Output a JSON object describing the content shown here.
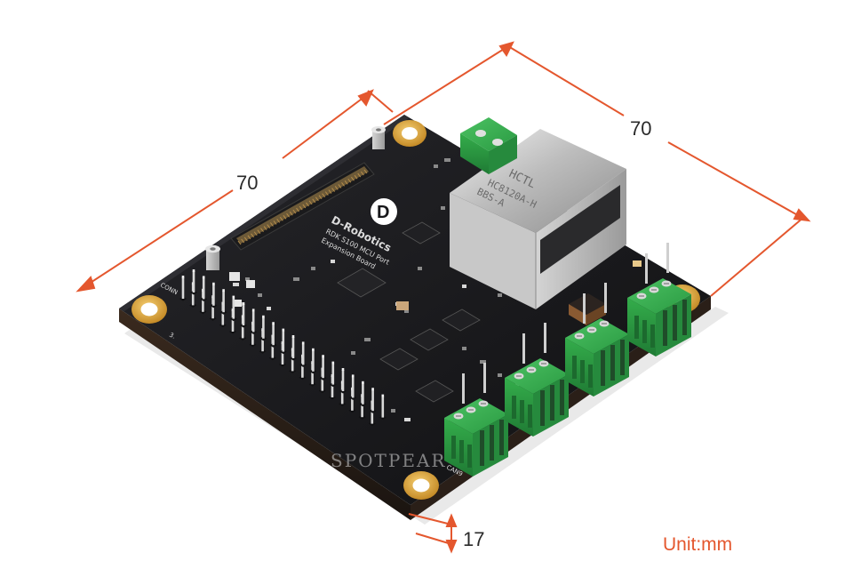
{
  "dimensions": {
    "left_edge": "70",
    "right_edge": "70",
    "height": "17",
    "unit": "Unit:mm"
  },
  "board": {
    "brand": "D-Robotics",
    "subtitle_line1": "RDK S100 MCU Port",
    "subtitle_line2": "Expansion Board",
    "connector_label": "CONN",
    "can_label": "CAN9",
    "pin_label": "3.",
    "rj45_line1": "HCTL",
    "rj45_line2": "HC8120A-H",
    "rj45_line3": "BBS-A"
  },
  "watermark": "SPOTPEAR",
  "colors": {
    "dimension_line": "#e4572e",
    "board": "#17171a",
    "terminal_block": "#2fa44a"
  }
}
